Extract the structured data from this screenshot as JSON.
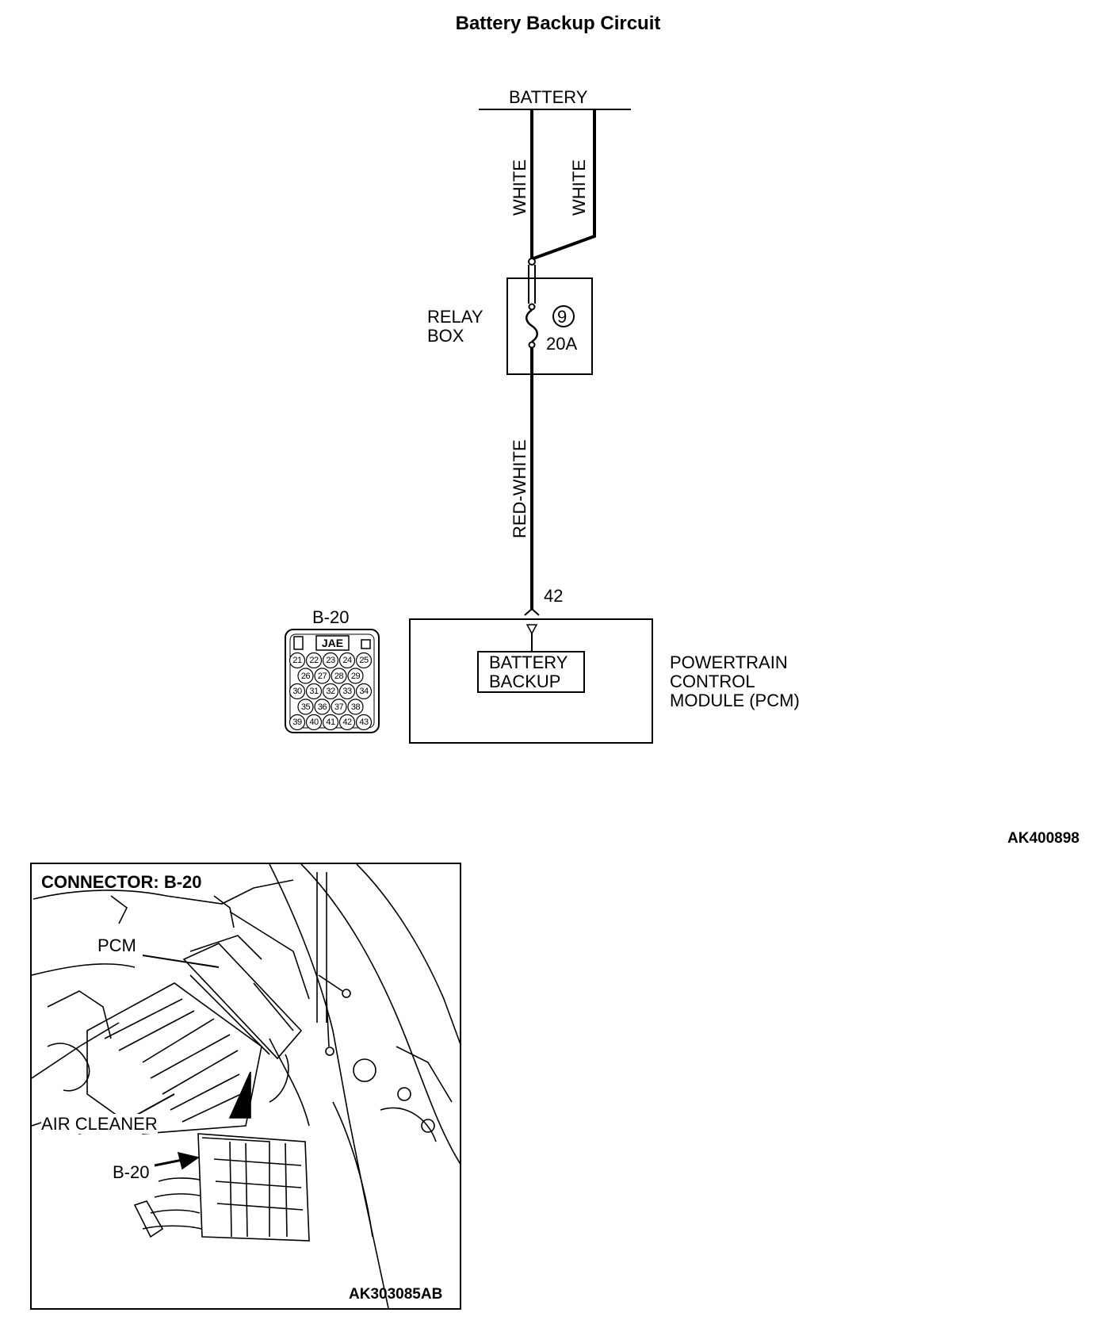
{
  "title": "Battery Backup Circuit",
  "schematic": {
    "battery_label": "BATTERY",
    "wire_left": "WHITE",
    "wire_right": "WHITE",
    "relay_box_label_1": "RELAY",
    "relay_box_label_2": "BOX",
    "fuse_number": "9",
    "fuse_rating": "20A",
    "wire_bottom": "RED-WHITE",
    "pin_number": "42",
    "inner_box_1": "BATTERY",
    "inner_box_2": "BACKUP",
    "module_1": "POWERTRAIN",
    "module_2": "CONTROL",
    "module_3": "MODULE (PCM)",
    "figure_code": "AK400898"
  },
  "connector": {
    "name": "B-20",
    "maker": "JAE",
    "rows": [
      [
        "21",
        "22",
        "23",
        "24",
        "25"
      ],
      [
        "26",
        "27",
        "28",
        "29"
      ],
      [
        "30",
        "31",
        "32",
        "33",
        "34"
      ],
      [
        "35",
        "36",
        "37",
        "38"
      ],
      [
        "39",
        "40",
        "41",
        "42",
        "43"
      ]
    ]
  },
  "location": {
    "title": "CONNECTOR: B-20",
    "pcm_label": "PCM",
    "air_cleaner_label": "AIR CLEANER",
    "connector_label": "B-20",
    "figure_code": "AK303085AB"
  }
}
